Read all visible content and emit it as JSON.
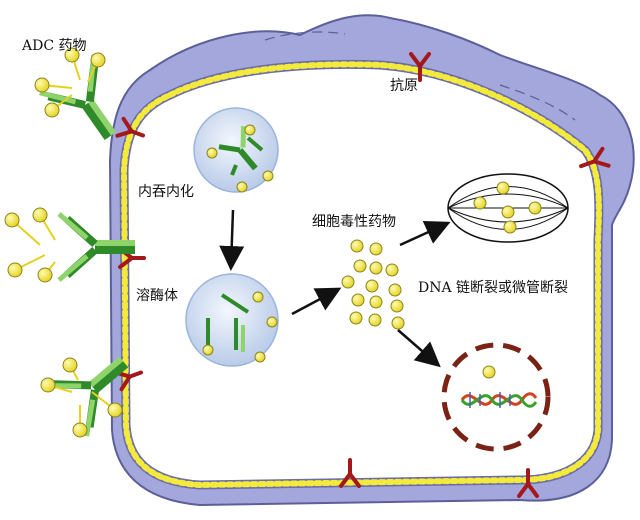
{
  "labels": {
    "adc_drug": "ADC 药物",
    "antigen": "抗原",
    "endocytosis": "内吞内化",
    "lysosome": "溶酶体",
    "cytotoxic_drug": "细胞毒性药物",
    "dna_damage": "DNA 链断裂或微管断裂"
  },
  "colors": {
    "membrane_fill": "#9c9fd6",
    "membrane_dark": "#5c5f9a",
    "bead": "#f2ea3b",
    "bead_outline": "#8a8420",
    "antibody_green": "#2f8a2a",
    "antibody_light": "#8fd36b",
    "antigen_red": "#a3181b",
    "vesicle": "#c7d7ef",
    "nucleus_border": "#7a2214",
    "arrow": "#111111"
  },
  "icons": [
    "adc-antibody-icon",
    "antigen-icon",
    "spindle-icon",
    "dna-helix-icon"
  ]
}
